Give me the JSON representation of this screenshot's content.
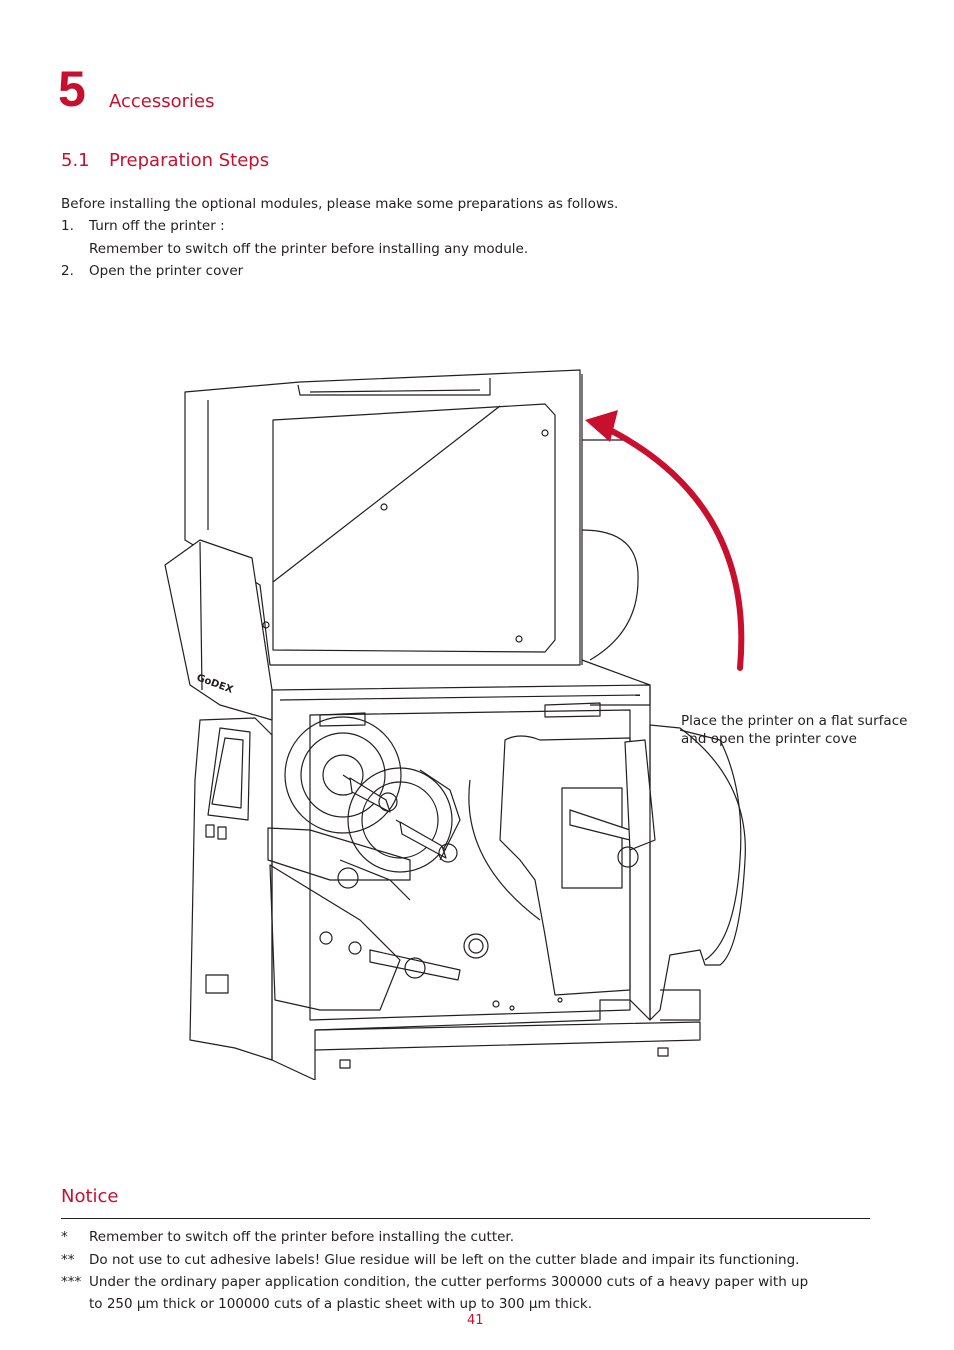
{
  "chapter": {
    "number": "5",
    "title": "Accessories"
  },
  "section": {
    "number": "5.1",
    "title": "Preparation Steps"
  },
  "intro": "Before installing the optional modules, please make some preparations as follows.",
  "steps": [
    {
      "num": "1.",
      "text": "Turn off the printer :",
      "detail": "Remember to switch off the printer before installing any module."
    },
    {
      "num": "2.",
      "text": "Open the printer cover"
    }
  ],
  "figure": {
    "caption_lines": [
      "Place the printer on a flat surface",
      "and open the printer cove"
    ],
    "arrow_color": "#c8102e",
    "printer_brand_marking": "GoDEX"
  },
  "notice": {
    "title": "Notice",
    "items": [
      {
        "marker": "*",
        "text": "Remember to switch off the printer before installing the cutter."
      },
      {
        "marker": "**",
        "text": "Do not use to cut adhesive labels! Glue residue will be left on the cutter blade and impair its functioning."
      },
      {
        "marker": "***",
        "text": "Under the ordinary paper application condition, the cutter performs 300000 cuts of a heavy paper with up",
        "continuation": "to 250 µm thick or 100000 cuts of a plastic sheet with up to 300 µm thick."
      }
    ]
  },
  "page_number": "41",
  "colors": {
    "accent": "#c8102e",
    "text": "#231f20"
  }
}
